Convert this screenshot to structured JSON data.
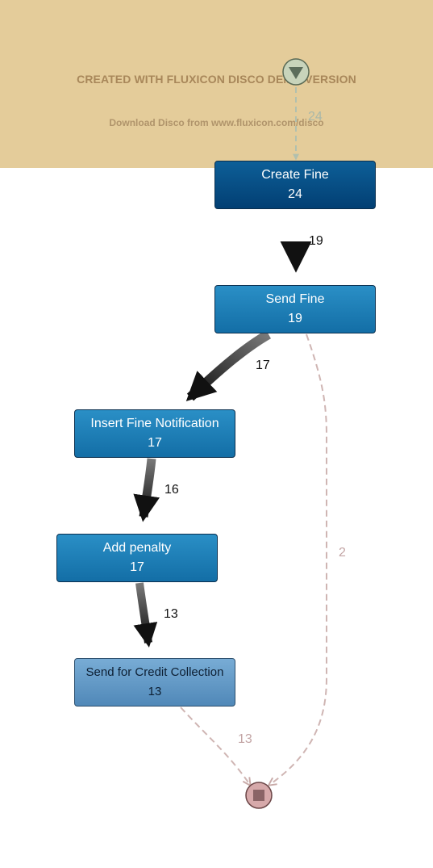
{
  "watermark": {
    "title": "CREATED WITH FLUXICON DISCO DEMO VERSION",
    "subtitle": "Download Disco from www.fluxicon.com/disco"
  },
  "nodes": {
    "create_fine": {
      "label": "Create Fine",
      "count": "24"
    },
    "send_fine": {
      "label": "Send Fine",
      "count": "19"
    },
    "insert_fine_notification": {
      "label": "Insert Fine Notification",
      "count": "17"
    },
    "add_penalty": {
      "label": "Add penalty",
      "count": "17"
    },
    "send_for_credit_collection": {
      "label": "Send for Credit Collection",
      "count": "13"
    }
  },
  "edges": {
    "start_to_create_fine": "24",
    "create_fine_to_send_fine": "19",
    "send_fine_to_insert_fine_notification": "17",
    "insert_fine_notification_to_add_penalty": "16",
    "add_penalty_to_send_for_credit_collection": "13",
    "send_fine_to_end": "2",
    "send_for_credit_collection_to_end": "13"
  },
  "colors": {
    "banner": "#e4cc9a",
    "node_dark": "#024a80",
    "node_mid": "#1b7db5",
    "node_light": "#6199c8",
    "start_node": "#c8d4bb",
    "end_node": "#d6a9aa"
  }
}
